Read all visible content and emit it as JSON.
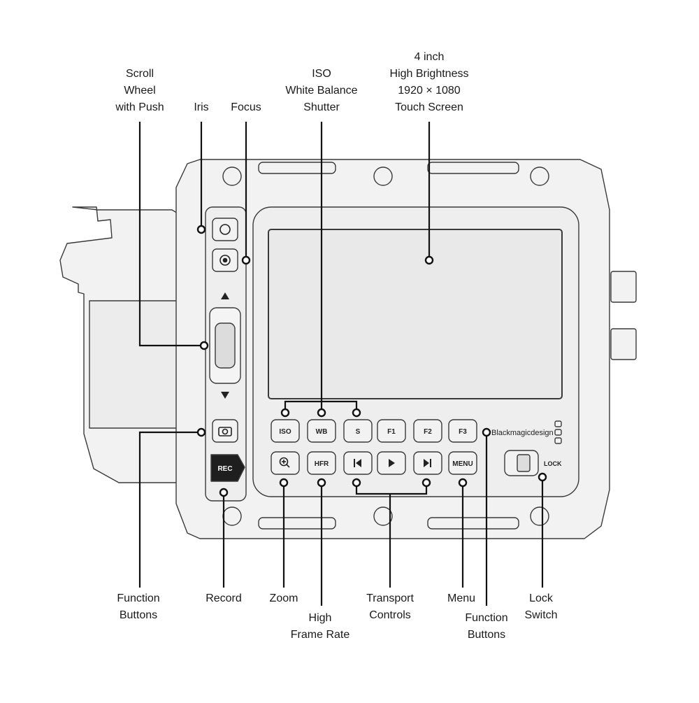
{
  "labels": {
    "scroll_wheel": [
      "Scroll",
      "Wheel",
      "with Push"
    ],
    "iris": [
      "Iris"
    ],
    "focus": [
      "Focus"
    ],
    "iso_wb_shutter": [
      "ISO",
      "White Balance",
      "Shutter"
    ],
    "touch_screen": [
      "4 inch",
      "High Brightness",
      "1920 × 1080",
      "Touch Screen"
    ],
    "function_buttons_left": [
      "Function",
      "Buttons"
    ],
    "record": [
      "Record"
    ],
    "zoom": [
      "Zoom"
    ],
    "high_frame_rate": [
      "High",
      "Frame Rate"
    ],
    "transport_controls": [
      "Transport",
      "Controls"
    ],
    "menu": [
      "Menu"
    ],
    "function_buttons_right": [
      "Function",
      "Buttons"
    ],
    "lock_switch": [
      "Lock",
      "Switch"
    ]
  },
  "buttons": {
    "iso": "ISO",
    "wb": "WB",
    "shutter": "S",
    "f1": "F1",
    "f2": "F2",
    "f3": "F3",
    "hfr": "HFR",
    "menu": "MENU",
    "rec": "REC"
  },
  "brand": "Blackmagicdesign",
  "lock_text": "LOCK",
  "icons": {
    "iris": "aperture-icon",
    "focus": "focus-icon",
    "camera": "camera-icon",
    "zoom": "magnifier-plus-icon",
    "prev": "skip-back-icon",
    "play": "play-icon",
    "next": "skip-forward-icon",
    "up": "triangle-up-icon",
    "down": "triangle-down-icon"
  }
}
